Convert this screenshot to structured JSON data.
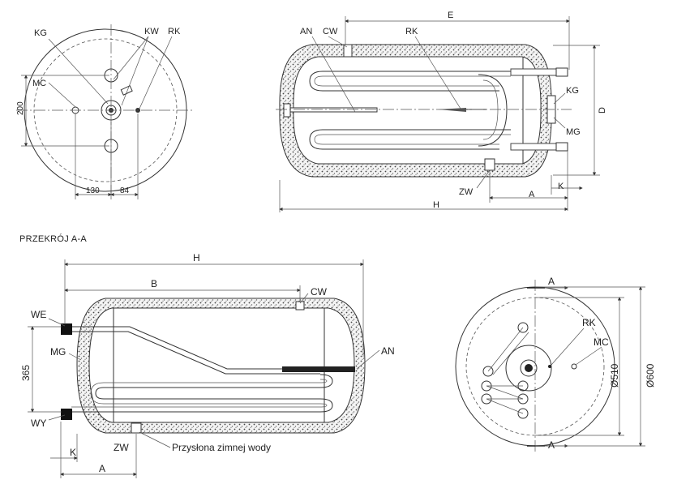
{
  "section_title": "PRZEKRÓJ A-A",
  "labels": {
    "KG": "KG",
    "KW": "KW",
    "RK": "RK",
    "MC": "MC",
    "AN": "AN",
    "CW": "CW",
    "MG": "MG",
    "ZW": "ZW",
    "WE": "WE",
    "WY": "WY",
    "A": "A",
    "B": "B",
    "D": "D",
    "E": "E",
    "H": "H",
    "K": "K"
  },
  "dimensions": {
    "d200": "200",
    "d130": "130",
    "d84": "84",
    "d365": "365",
    "d510": "Ø510",
    "d600": "Ø600"
  },
  "note_cold_water": "Przysłona zimnej wody"
}
